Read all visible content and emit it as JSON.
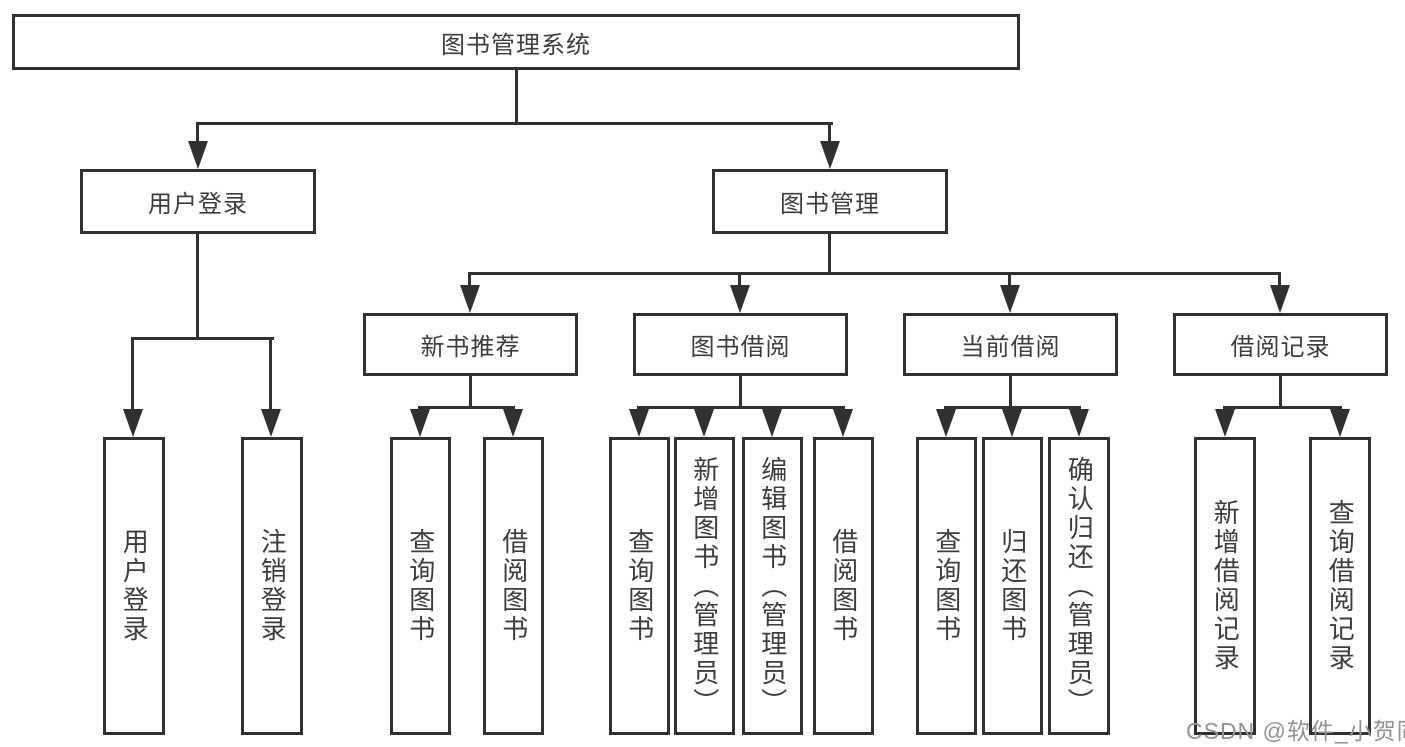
{
  "tree": {
    "root": {
      "label": "图书管理系统"
    },
    "branches": [
      {
        "label": "用户登录",
        "children": [
          {
            "label": "用户登录"
          },
          {
            "label": "注销登录"
          }
        ]
      },
      {
        "label": "图书管理",
        "groups": [
          {
            "label": "新书推荐",
            "children": [
              {
                "label": "查询图书"
              },
              {
                "label": "借阅图书"
              }
            ]
          },
          {
            "label": "图书借阅",
            "children": [
              {
                "label": "查询图书"
              },
              {
                "label": "新增图书（管理员）"
              },
              {
                "label": "编辑图书（管理员）"
              },
              {
                "label": "借阅图书"
              }
            ]
          },
          {
            "label": "当前借阅",
            "children": [
              {
                "label": "查询图书"
              },
              {
                "label": "归还图书"
              },
              {
                "label": "确认归还（管理员）"
              }
            ]
          },
          {
            "label": "借阅记录",
            "children": [
              {
                "label": "新增借阅记录"
              },
              {
                "label": "查询借阅记录"
              }
            ]
          }
        ]
      }
    ]
  },
  "watermark": "CSDN @软件_小贺同学",
  "colors": {
    "line": "#303030",
    "text": "#3d3d3d",
    "background": "#ffffff",
    "watermark": "#929292"
  }
}
